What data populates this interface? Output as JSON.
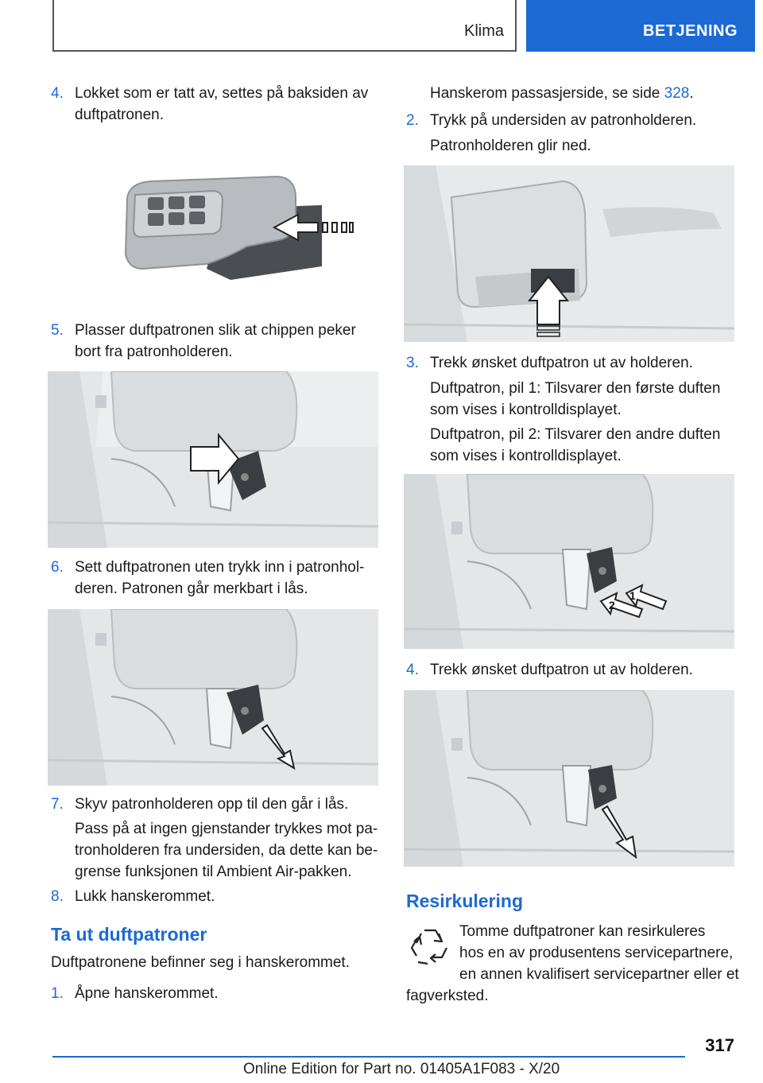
{
  "header": {
    "section": "Klima",
    "chapter": "BETJENING"
  },
  "left": {
    "step4": {
      "num": "4.",
      "line1": "Lokket som er tatt av, settes på baksiden av",
      "line2": "duftpatronen."
    },
    "step5": {
      "num": "5.",
      "line1": "Plasser duftpatronen slik at chippen peker",
      "line2": "bort fra patronholderen."
    },
    "step6": {
      "num": "6.",
      "line1": "Sett duftpatronen uten trykk inn i patronhol-",
      "line2": "deren. Patronen går merkbart i lås."
    },
    "step7": {
      "num": "7.",
      "line1": "Skyv patronholderen opp til den går i lås.",
      "note1": "Pass på at ingen gjenstander trykkes mot pa-",
      "note2": "tronholderen fra undersiden, da dette kan be-",
      "note3": "grense funksjonen til Ambient Air-pakken."
    },
    "step8": {
      "num": "8.",
      "line1": "Lukk hanskerommet."
    },
    "section_heading": "Ta ut duftpatroner",
    "section_intro": "Duftpatronene befinner seg i hanskerommet.",
    "step1": {
      "num": "1.",
      "line1": "Åpne hanskerommet."
    }
  },
  "right": {
    "cont_text": "Hanskerom passasjerside, se side ",
    "cont_link": "328",
    "cont_end": ".",
    "step2": {
      "num": "2.",
      "line1": "Trykk på undersiden av patronholderen.",
      "note": "Patronholderen glir ned."
    },
    "step3": {
      "num": "3.",
      "line1": "Trekk ønsket duftpatron ut av holderen.",
      "note1a": "Duftpatron, pil 1: Tilsvarer den første duften",
      "note1b": "som vises i kontrolldisplayet.",
      "note2a": "Duftpatron, pil 2: Tilsvarer den andre duften",
      "note2b": "som vises i kontrolldisplayet."
    },
    "step4": {
      "num": "4.",
      "line1": "Trekk ønsket duftpatron ut av holderen."
    },
    "recycle_heading": "Resirkulering",
    "recycle_l1": "Tomme duftpatroner kan resirkuleres",
    "recycle_l2": "hos en av produsentens servicepartnere,",
    "recycle_l3": "en annen kvalifisert servicepartner eller et",
    "recycle_l4": "fagverksted.",
    "arrow_labels": {
      "one": "1",
      "two": "2"
    }
  },
  "footer": {
    "page": "317",
    "edition": "Online Edition for Part no. 01405A1F083 - X/20"
  },
  "icons": {
    "recycle": "recycle-icon"
  },
  "colors": {
    "accent": "#1c69d4"
  }
}
